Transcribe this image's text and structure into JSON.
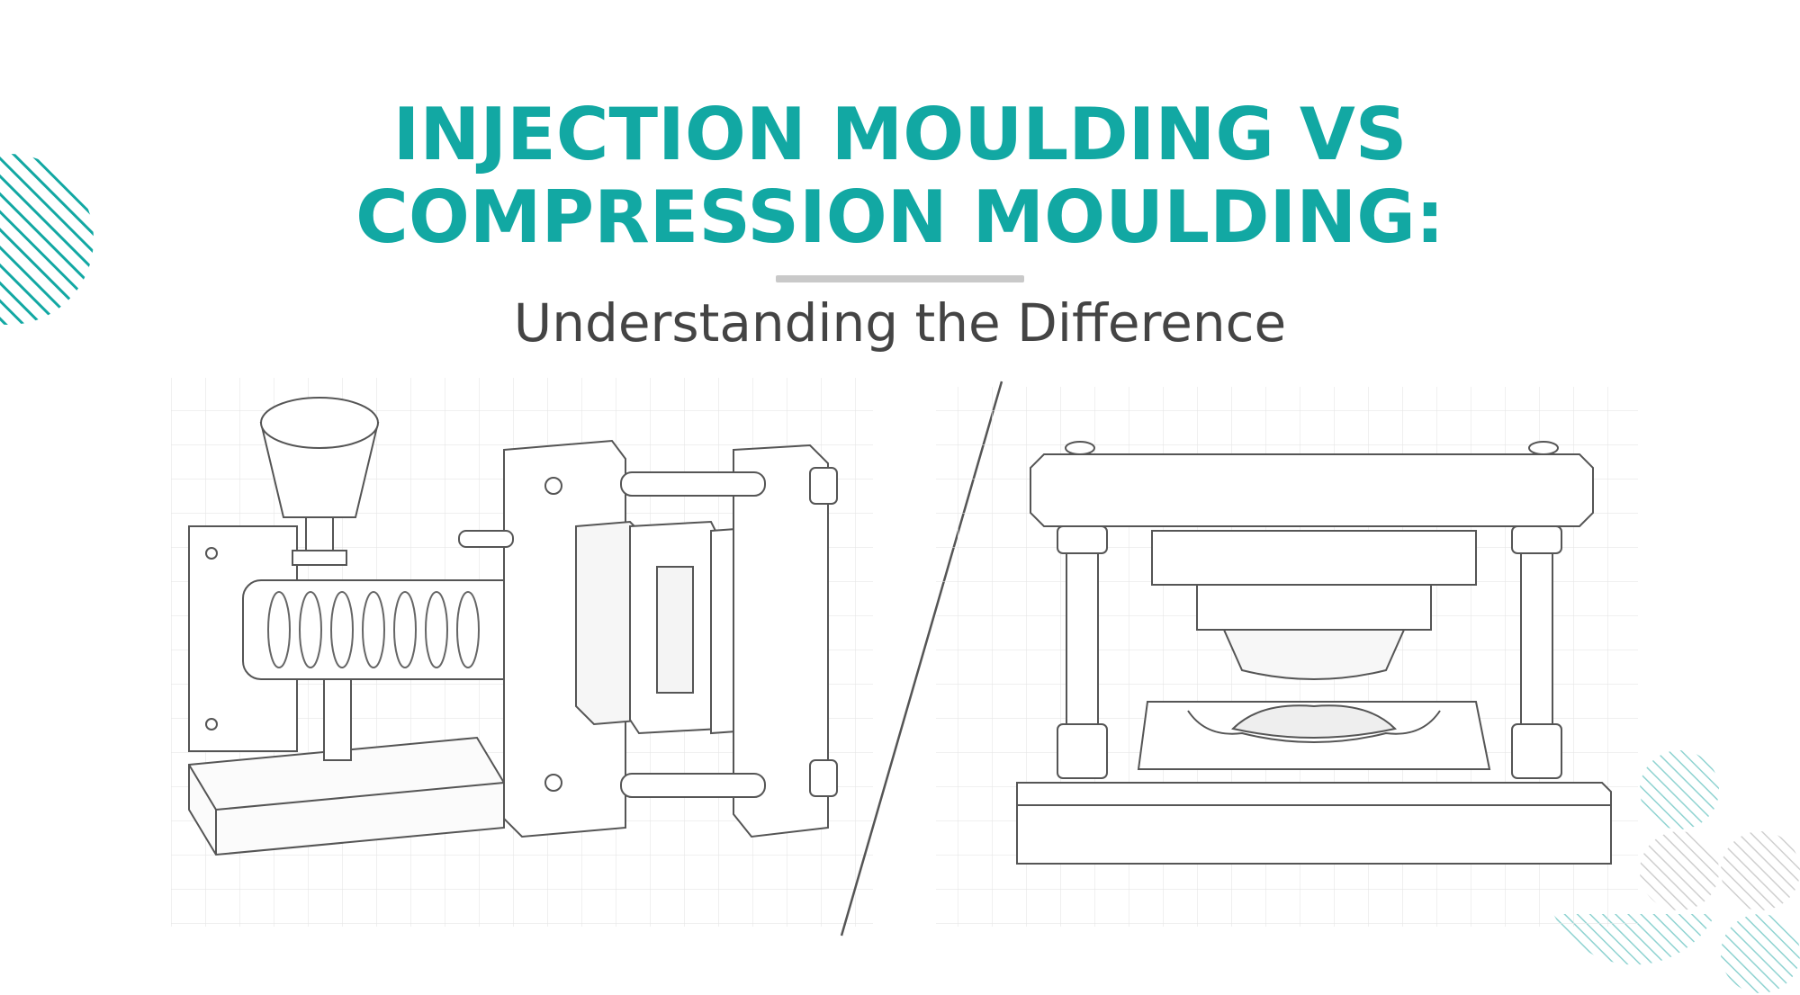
{
  "header": {
    "title_line1": "INJECTION MOULDING VS",
    "title_line2": "COMPRESSION MOULDING:",
    "subtitle": "Understanding the Difference"
  },
  "illustrations": {
    "left": "injection-moulding-machine-sketch",
    "right": "compression-moulding-press-sketch"
  },
  "colors": {
    "accent": "#12a8a3",
    "subtitle": "#444444",
    "divider": "#c9c9c9",
    "sketch": "#555555",
    "pattern_teal": "#8fd3d1",
    "pattern_gray": "#cfcfcf"
  }
}
